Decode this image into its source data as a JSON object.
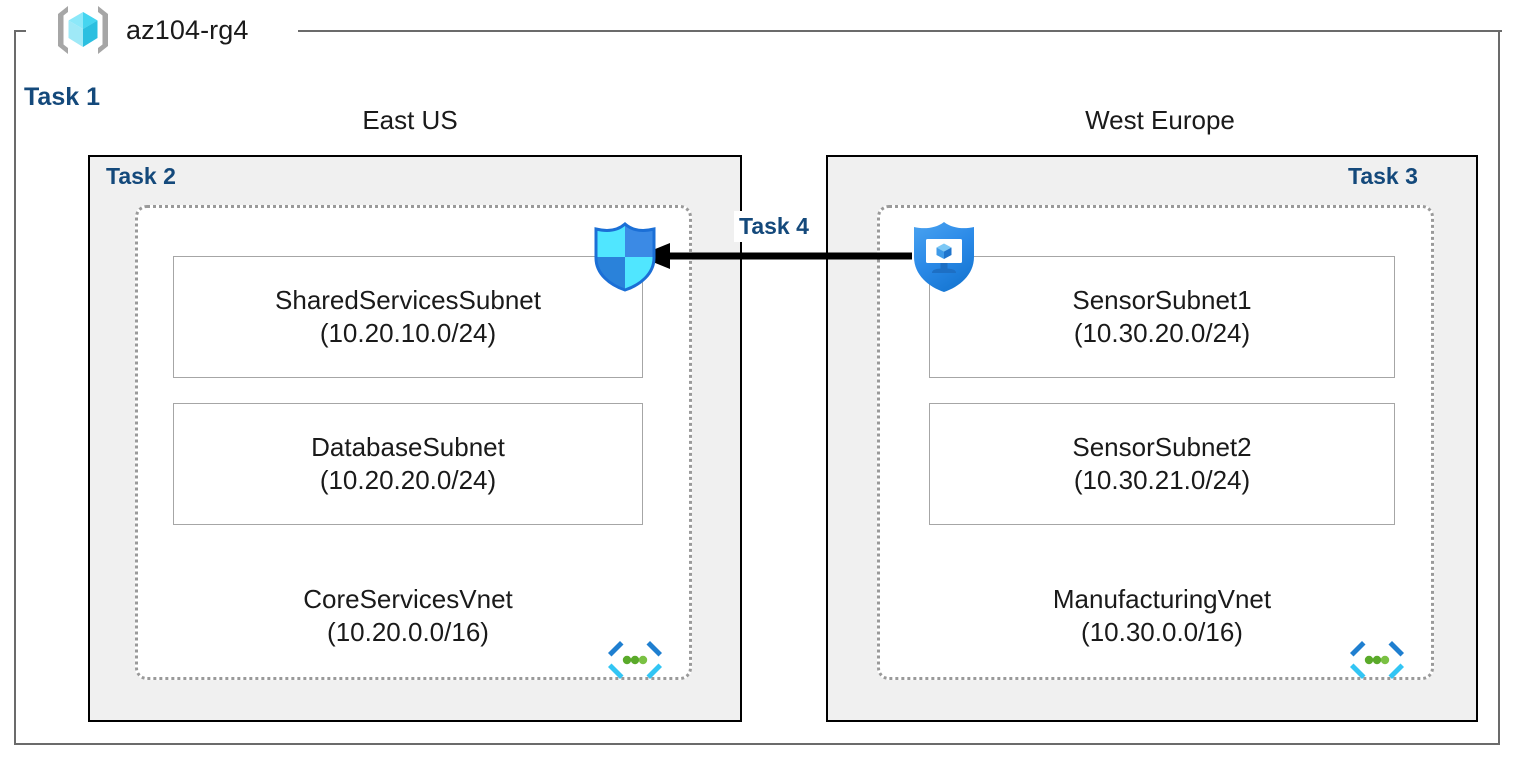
{
  "diagram": {
    "title": "az104-rg4",
    "icon": "resource-group-icon",
    "accent_color": "#14497b",
    "region_box_fill": "#f0f0f0",
    "boundary_color": "#6b6b6b"
  },
  "tasks": {
    "task1": "Task 1",
    "task2": "Task 2",
    "task3": "Task 3",
    "task4": "Task 4"
  },
  "regions": {
    "left": "East US",
    "right": "West Europe"
  },
  "vnets": [
    {
      "name": "CoreServicesVnet",
      "cidr": "(10.20.0.0/16)",
      "icon": "virtual-network-icon",
      "subnets": [
        {
          "name": "SharedServicesSubnet",
          "cidr": "(10.20.10.0/24)"
        },
        {
          "name": "DatabaseSubnet",
          "cidr": "(10.20.20.0/24)"
        }
      ]
    },
    {
      "name": "ManufacturingVnet",
      "cidr": "(10.30.0.0/16)",
      "icon": "virtual-network-icon",
      "subnets": [
        {
          "name": "SensorSubnet1",
          "cidr": "(10.30.20.0/24)"
        },
        {
          "name": "SensorSubnet2",
          "cidr": "(10.30.21.0/24)"
        }
      ]
    }
  ],
  "icons": {
    "shield_left": "network-security-group-shield-icon",
    "shield_right": "defender-for-cloud-shield-icon",
    "connector": "peering-arrow-icon"
  }
}
